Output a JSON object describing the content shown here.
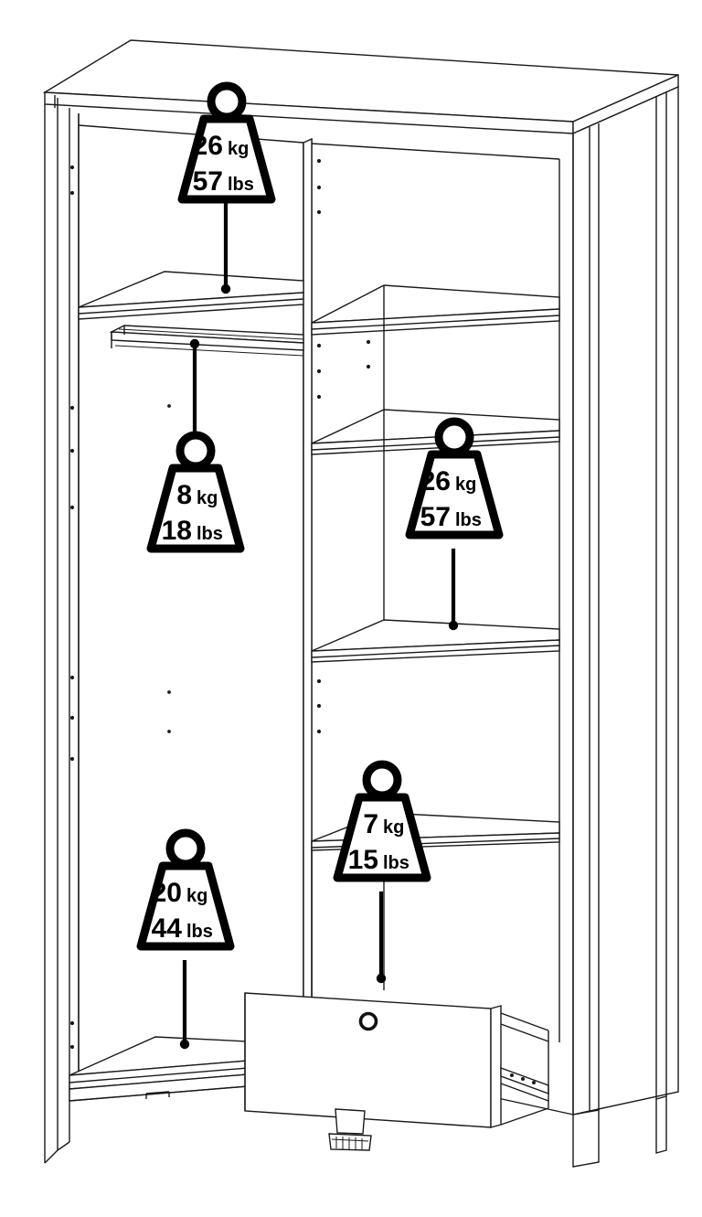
{
  "diagram": {
    "title": "Wardrobe load capacity diagram",
    "product": "2 door wardrobe with shelves and drawer",
    "view": "isometric cutaway",
    "line_color": "#1a1a1a",
    "label_color": "#000000",
    "background": "#ffffff"
  },
  "weight_labels": [
    {
      "id": "top-left-shelf",
      "kg_value": "26",
      "kg_unit": "kg",
      "lbs_value": "57",
      "lbs_unit": "lbs",
      "target": "upper left shelf"
    },
    {
      "id": "hanging-rail",
      "kg_value": "8",
      "kg_unit": "kg",
      "lbs_value": "18",
      "lbs_unit": "lbs",
      "target": "hanging rail"
    },
    {
      "id": "right-middle-shelf",
      "kg_value": "26",
      "kg_unit": "kg",
      "lbs_value": "57",
      "lbs_unit": "lbs",
      "target": "right middle shelf"
    },
    {
      "id": "bottom-left-shelf",
      "kg_value": "20",
      "kg_unit": "kg",
      "lbs_value": "44",
      "lbs_unit": "lbs",
      "target": "bottom left shelf"
    },
    {
      "id": "drawer",
      "kg_value": "7",
      "kg_unit": "kg",
      "lbs_value": "15",
      "lbs_unit": "lbs",
      "target": "drawer"
    }
  ],
  "components": {
    "top_panel": "top-panel",
    "left_side_panel": "left-side-panel",
    "right_side_panel": "right-side-panel",
    "center_divider": "center-divider-panel",
    "back_panel": "back-panel",
    "left_shelf": "left-shelf",
    "right_shelf_upper": "right-shelf-upper",
    "right_shelf_middle": "right-shelf-middle",
    "right_shelf_lower": "right-shelf-lower",
    "bottom_shelf": "bottom-shelf",
    "hanging_rail": "hanging-rail",
    "drawer": "drawer",
    "drawer_knob_hole": "drawer-knob-hole",
    "drawer_slide": "drawer-slide-rail",
    "plinth": "plinth-rail",
    "leveling_foot": "leveling-foot",
    "left_leg": "left-leg",
    "right_leg": "right-leg"
  }
}
